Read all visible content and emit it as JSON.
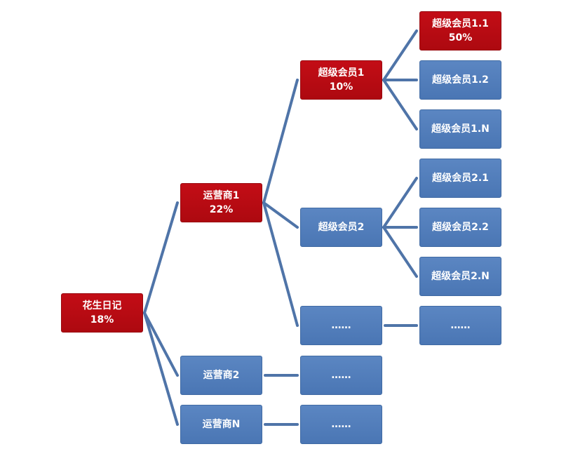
{
  "colors": {
    "highlight": "#be0c14",
    "normal": "#5580bd",
    "connector": "#4f74a8",
    "text": "#ffffff"
  },
  "nodes": {
    "root": {
      "label": "花生日记",
      "value": "18%"
    },
    "op1": {
      "label": "运营商1",
      "value": "22%"
    },
    "op2": {
      "label": "运营商2"
    },
    "opN": {
      "label": "运营商N"
    },
    "sm1": {
      "label": "超级会员1",
      "value": "10%"
    },
    "sm2": {
      "label": "超级会员2"
    },
    "ellipsis": {
      "label": "……"
    },
    "s11": {
      "label": "超级会员1.1",
      "value": "50%"
    },
    "s12": {
      "label": "超级会员1.2"
    },
    "s1n": {
      "label": "超级会员1.N"
    },
    "s21": {
      "label": "超级会员2.1"
    },
    "s22": {
      "label": "超级会员2.2"
    },
    "s2n": {
      "label": "超级会员2.N"
    }
  }
}
